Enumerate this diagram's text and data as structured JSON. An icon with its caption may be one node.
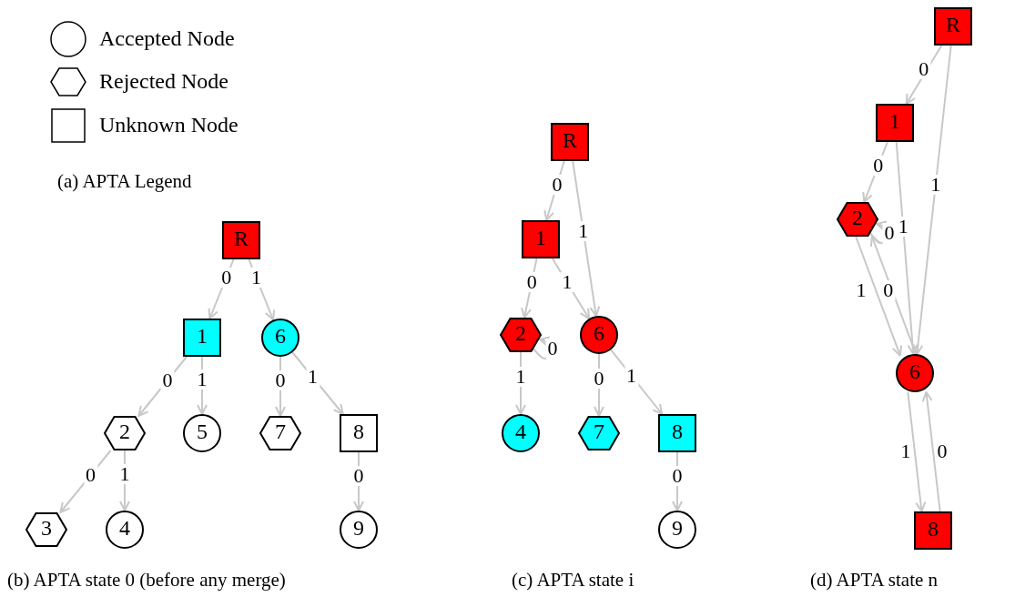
{
  "diagram": {
    "nodes": [
      {
        "text": [
          "R"
        ]
      },
      {
        "text": [
          "1"
        ]
      },
      {
        "text": [
          "6"
        ]
      },
      {
        "text": [
          "2"
        ]
      },
      {
        "text": [
          "5"
        ]
      },
      {
        "text": [
          "7"
        ]
      },
      {
        "text": [
          "8"
        ]
      },
      {
        "text": [
          "3"
        ]
      },
      {
        "text": [
          "4"
        ]
      },
      {
        "text": [
          "9"
        ]
      },
      {
        "text": [
          "R"
        ]
      },
      {
        "text": [
          "1"
        ]
      },
      {
        "text": [
          "2"
        ]
      },
      {
        "text": [
          "6"
        ]
      },
      {
        "text": [
          "4"
        ]
      },
      {
        "text": [
          "7"
        ]
      },
      {
        "text": [
          "8"
        ]
      },
      {
        "text": [
          "9"
        ]
      },
      {
        "text": [
          "R"
        ]
      },
      {
        "text": [
          "1"
        ]
      },
      {
        "text": [
          "2"
        ]
      },
      {
        "text": [
          "6"
        ]
      },
      {
        "text": [
          "8"
        ]
      }
    ],
    "edges": [
      {
        "from": 0,
        "to": 1,
        "arrow": "to",
        "label": "0"
      },
      {
        "from": 0,
        "to": 2,
        "arrow": "to",
        "label": "1"
      },
      {
        "from": 1,
        "to": 3,
        "arrow": "to",
        "label": "0"
      },
      {
        "from": 1,
        "to": 4,
        "arrow": "to",
        "label": "1"
      },
      {
        "from": 2,
        "to": 5,
        "arrow": "to",
        "label": "0"
      },
      {
        "from": 2,
        "to": 6,
        "arrow": "to",
        "label": "1"
      },
      {
        "from": 3,
        "to": 7,
        "arrow": "to",
        "label": "0"
      },
      {
        "from": 3,
        "to": 8,
        "arrow": "to",
        "label": "1"
      },
      {
        "from": 6,
        "to": 9,
        "arrow": "to",
        "label": "0"
      },
      {
        "from": 10,
        "to": 11,
        "arrow": "to",
        "label": "0"
      },
      {
        "from": 10,
        "to": 13,
        "arrow": "to",
        "label": "1"
      },
      {
        "from": 11,
        "to": 12,
        "arrow": "to",
        "label": "0"
      },
      {
        "from": 11,
        "to": 13,
        "arrow": "to",
        "label": "1"
      },
      {
        "from": 12,
        "to": 12,
        "arrow": "to",
        "label": "0"
      },
      {
        "from": 12,
        "to": 14,
        "arrow": "to",
        "label": "1"
      },
      {
        "from": 13,
        "to": 15,
        "arrow": "to",
        "label": "0"
      },
      {
        "from": 13,
        "to": 16,
        "arrow": "to",
        "label": "1"
      },
      {
        "from": 16,
        "to": 17,
        "arrow": "to",
        "label": "0"
      },
      {
        "from": 18,
        "to": 19,
        "arrow": "to",
        "label": "0"
      },
      {
        "from": 18,
        "to": 21,
        "arrow": "to",
        "label": "1"
      },
      {
        "from": 19,
        "to": 20,
        "arrow": "to",
        "label": "0"
      },
      {
        "from": 19,
        "to": 21,
        "arrow": "to",
        "label": "1"
      },
      {
        "from": 20,
        "to": 20,
        "arrow": "to",
        "label": "0"
      },
      {
        "from": 20,
        "to": 21,
        "arrow": "to",
        "label": "1"
      },
      {
        "from": 21,
        "to": 20,
        "arrow": "to",
        "label": "0"
      },
      {
        "from": 21,
        "to": 22,
        "arrow": "to",
        "label": "1"
      },
      {
        "from": 22,
        "to": 21,
        "arrow": "to",
        "label": "0"
      }
    ],
    "labels": [
      "(a) APTA Legend",
      "(b) APTA state 0 (before any merge)",
      "(c) APTA state i",
      "(d) APTA state n"
    ],
    "legend": [
      {
        "text": "Accepted Node"
      },
      {
        "text": "Rejected Node"
      },
      {
        "text": "Unknown Node"
      }
    ]
  }
}
